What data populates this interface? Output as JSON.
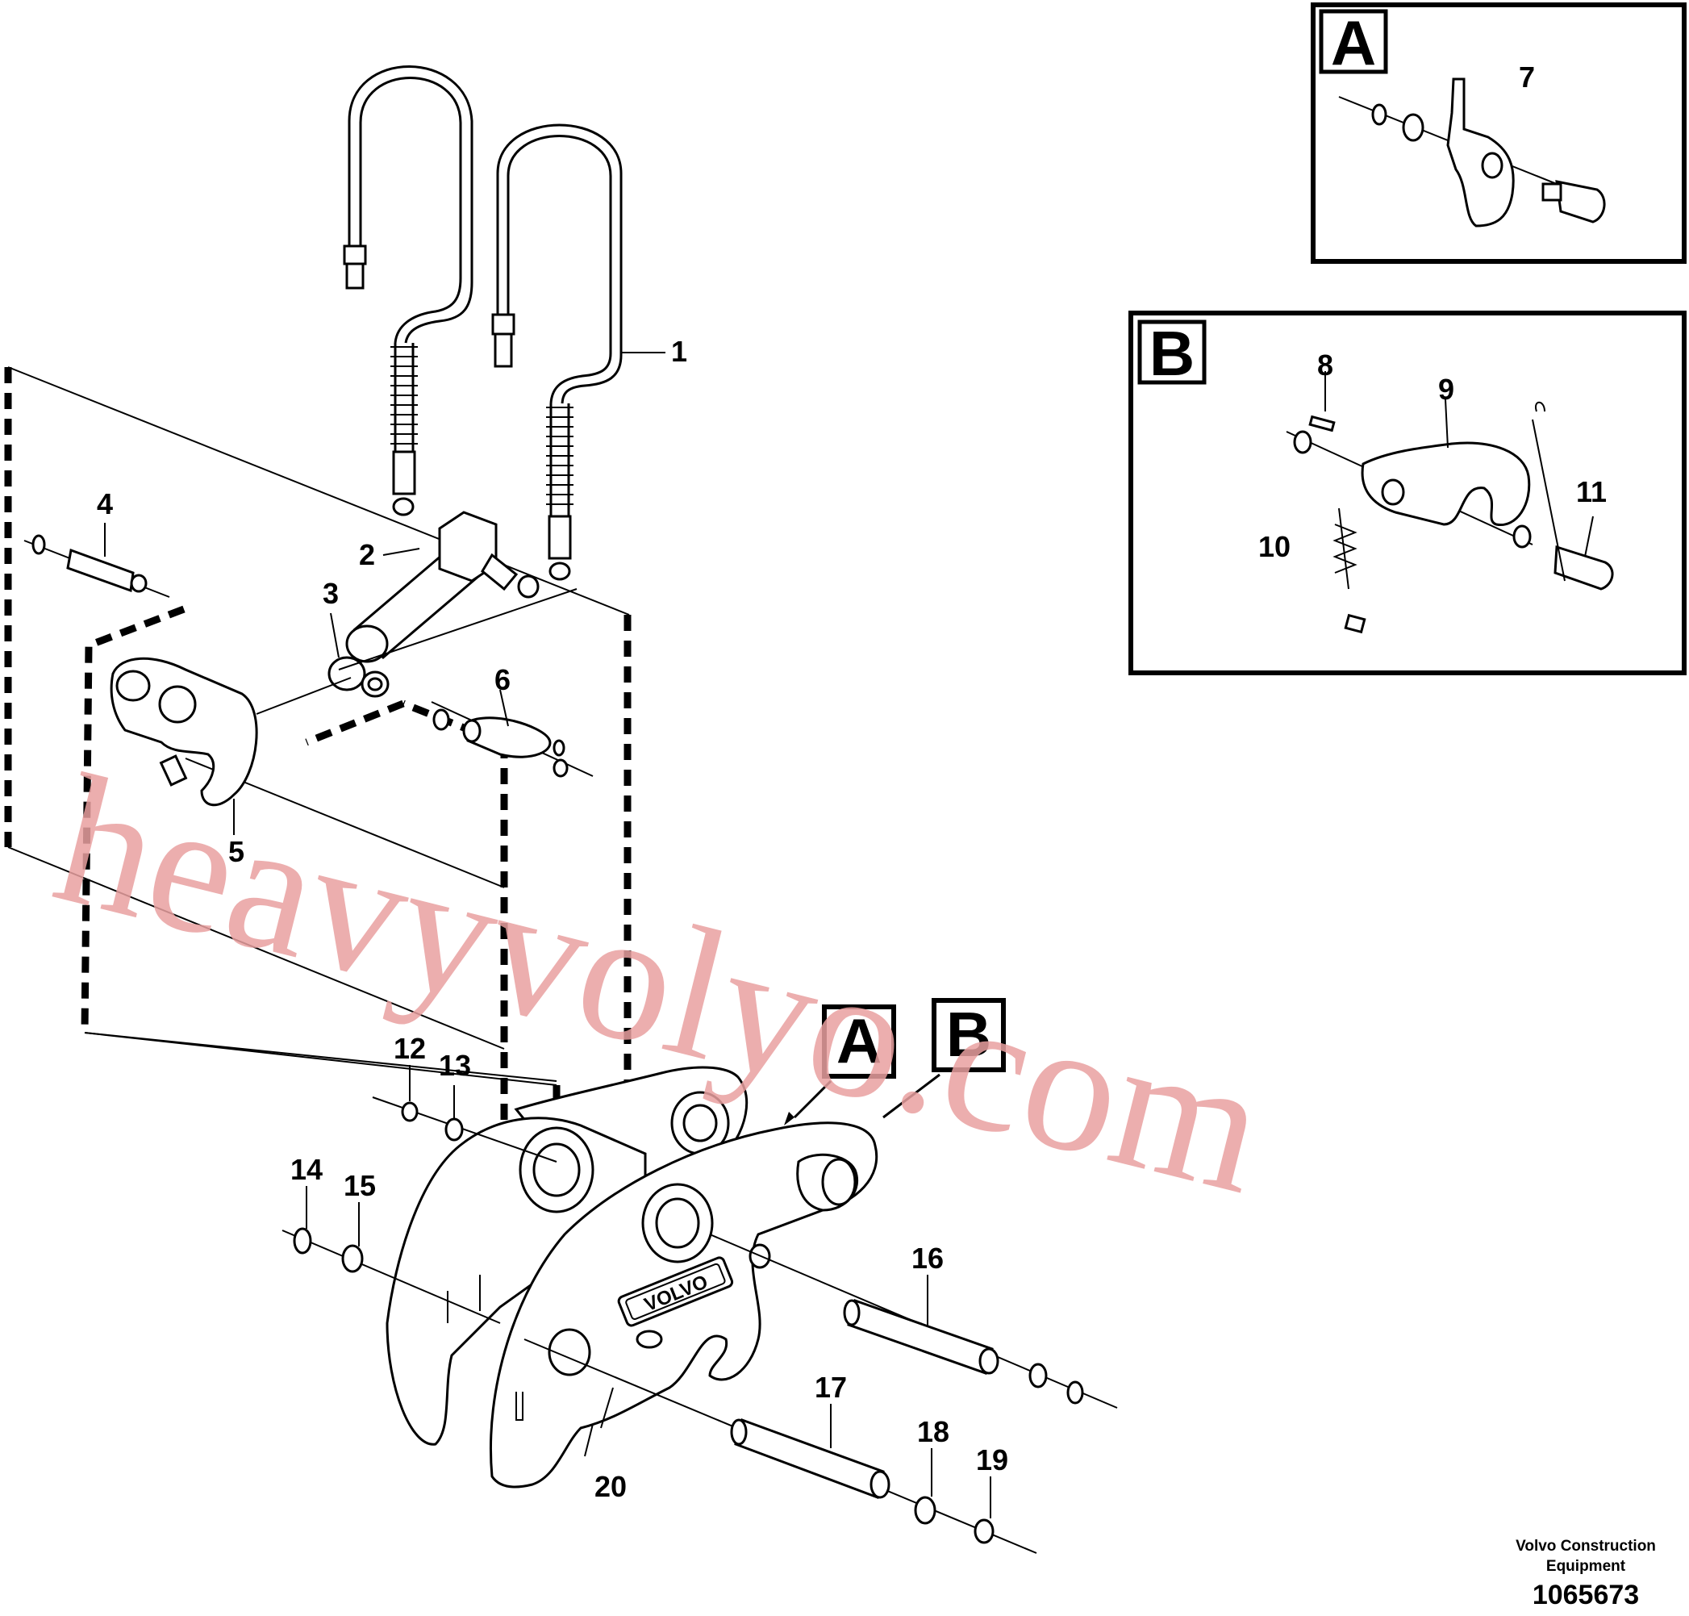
{
  "callouts": {
    "c1": "1",
    "c2": "2",
    "c3": "3",
    "c4": "4",
    "c5": "5",
    "c6": "6",
    "c7": "7",
    "c8": "8",
    "c9": "9",
    "c10": "10",
    "c11": "11",
    "c12": "12",
    "c13": "13",
    "c14": "14",
    "c15": "15",
    "c16": "16",
    "c17": "17",
    "c18": "18",
    "c19": "19",
    "c20": "20"
  },
  "insets": {
    "a_label": "A",
    "b_label": "B"
  },
  "detail_refs": {
    "a_label": "A",
    "b_label": "B"
  },
  "brand_plate": "VOLVO",
  "watermark": "heavyvolyo.com",
  "footer": {
    "credit_line1": "Volvo Construction",
    "credit_line2": "Equipment",
    "document_number": "1065673"
  },
  "colors": {
    "ink": "#000000",
    "watermark": "#e9a0a0",
    "background": "#ffffff"
  }
}
